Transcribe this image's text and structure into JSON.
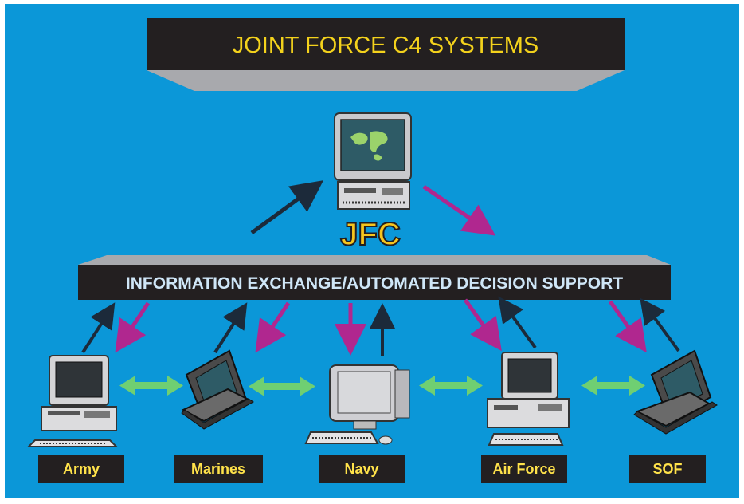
{
  "title": "JOINT FORCE C4 SYSTEMS",
  "hub_label": "JFC",
  "bar_label": "INFORMATION EXCHANGE/AUTOMATED DECISION SUPPORT",
  "nodes": [
    {
      "label": "Army"
    },
    {
      "label": "Marines"
    },
    {
      "label": "Navy"
    },
    {
      "label": "Air Force"
    },
    {
      "label": "SOF"
    }
  ],
  "colors": {
    "background": "#0b97d8",
    "title_text": "#f4d21c",
    "bar_text": "#cfe6f7",
    "label_text": "#ffe24a",
    "panel": "#231f20",
    "panel_shadow": "#a8a9ad",
    "arrow_down": "#b0278f",
    "arrow_up": "#1c2a3a",
    "arrow_link": "#6fcf72",
    "hub_text": "#f6c51e"
  }
}
